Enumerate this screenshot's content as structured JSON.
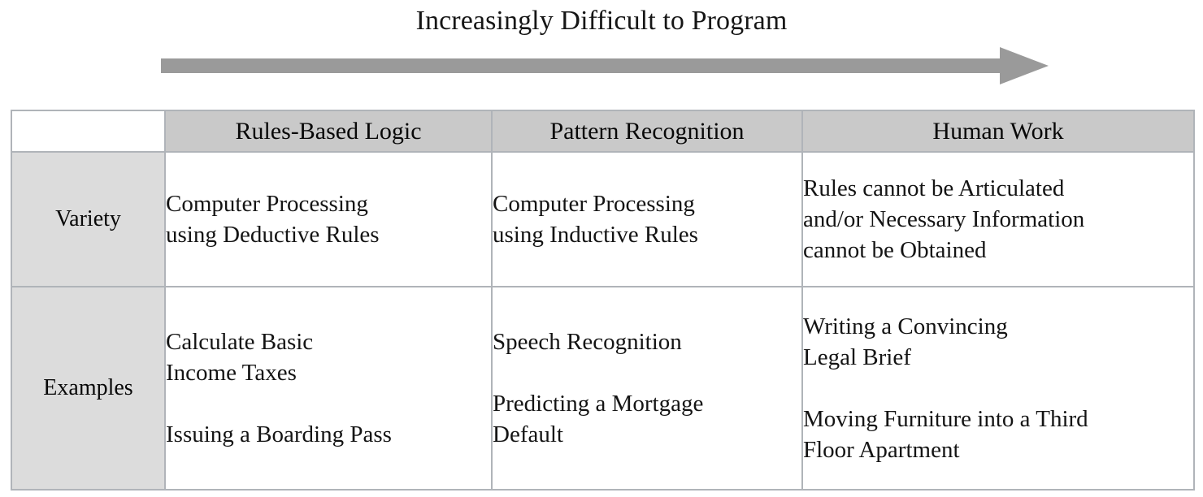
{
  "title": "Increasingly Difficult to Program",
  "arrow": {
    "name": "rightward-arrow",
    "color": "#9a9a9a",
    "direction": "right"
  },
  "colors": {
    "header_fill": "#c9c9c9",
    "row_label_fill": "#dcdcdc",
    "cell_fill": "#ffffff",
    "border": "#b0b4b9",
    "text": "#111111",
    "arrow": "#9a9a9a"
  },
  "table": {
    "corner_label": "",
    "columns": [
      "Rules-Based Logic",
      "Pattern Recognition",
      "Human Work"
    ],
    "rows": [
      {
        "label": "Variety",
        "cells": [
          {
            "blocks": [
              {
                "lines": [
                  "Computer Processing",
                  "using Deductive Rules"
                ]
              }
            ]
          },
          {
            "blocks": [
              {
                "lines": [
                  "Computer Processing",
                  "using Inductive Rules"
                ]
              }
            ]
          },
          {
            "blocks": [
              {
                "lines": [
                  "Rules cannot be Articulated",
                  "and/or Necessary Information",
                  "cannot be Obtained"
                ]
              }
            ]
          }
        ]
      },
      {
        "label": "Examples",
        "cells": [
          {
            "blocks": [
              {
                "lines": [
                  "Calculate Basic",
                  "Income Taxes"
                ]
              },
              {
                "lines": [
                  "Issuing a Boarding Pass"
                ]
              }
            ]
          },
          {
            "blocks": [
              {
                "lines": [
                  "Speech Recognition"
                ]
              },
              {
                "lines": [
                  "Predicting a Mortgage",
                  "Default"
                ]
              }
            ]
          },
          {
            "blocks": [
              {
                "lines": [
                  "Writing a Convincing",
                  "Legal Brief"
                ]
              },
              {
                "lines": [
                  "Moving Furniture into a Third",
                  "Floor Apartment"
                ]
              }
            ]
          }
        ]
      }
    ]
  }
}
